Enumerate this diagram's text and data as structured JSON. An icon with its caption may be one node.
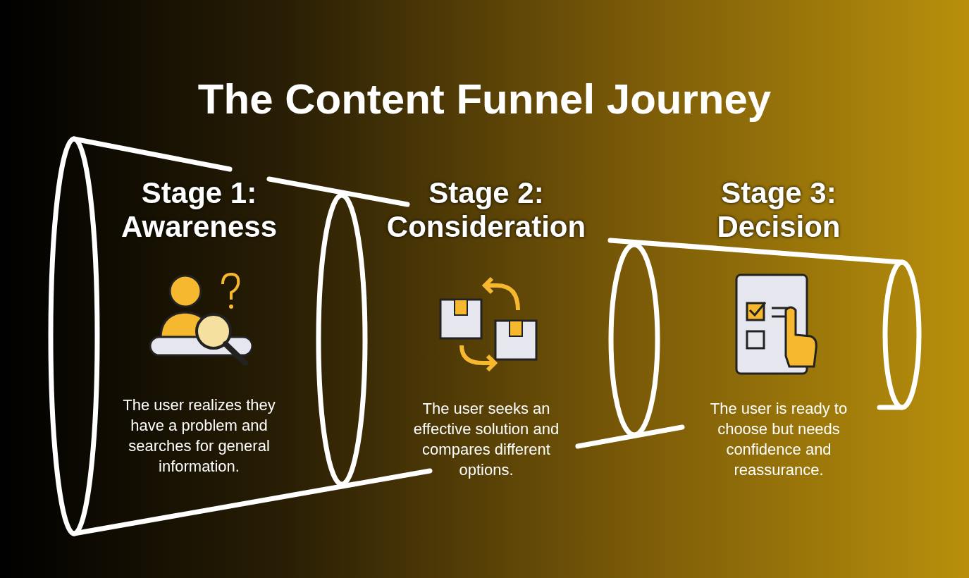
{
  "diagram": {
    "title": "The Content Funnel Journey",
    "nodes": [
      {
        "text": [
          "Stage 1: Awareness",
          "The user realizes they have a problem and searches for general information."
        ]
      },
      {
        "text": [
          "Stage 2: Consideration",
          "The user seeks an effective solution and compares different options."
        ]
      },
      {
        "text": [
          "Stage 3: Decision",
          "The user is ready to choose but needs confidence and reassurance."
        ]
      }
    ]
  }
}
